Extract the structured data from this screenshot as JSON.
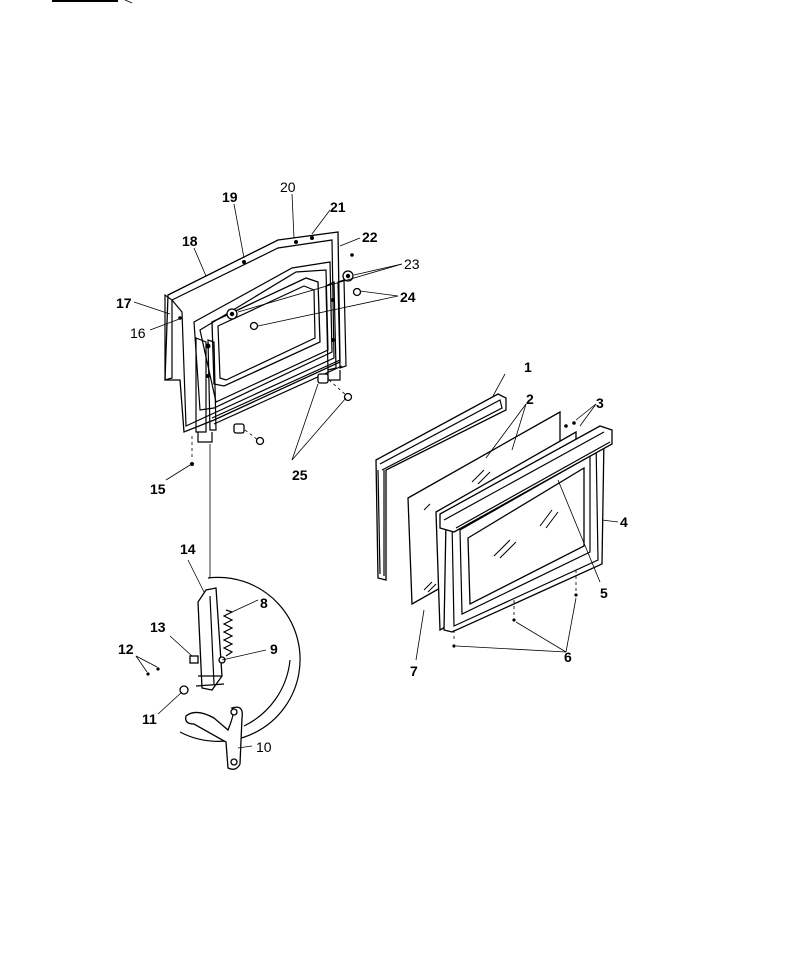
{
  "labels": {
    "p1": "1",
    "p2": "2",
    "p3": "3",
    "p4": "4",
    "p5": "5",
    "p6": "6",
    "p7": "7",
    "p8": "8",
    "p9": "9",
    "p10": "10",
    "p11": "11",
    "p12": "12",
    "p13": "13",
    "p14": "14",
    "p15": "15",
    "p16": "16",
    "p17": "17",
    "p18": "18",
    "p19": "19",
    "p20": "20",
    "p21": "21",
    "p22": "22",
    "p23": "23",
    "p24": "24",
    "p25": "25"
  }
}
